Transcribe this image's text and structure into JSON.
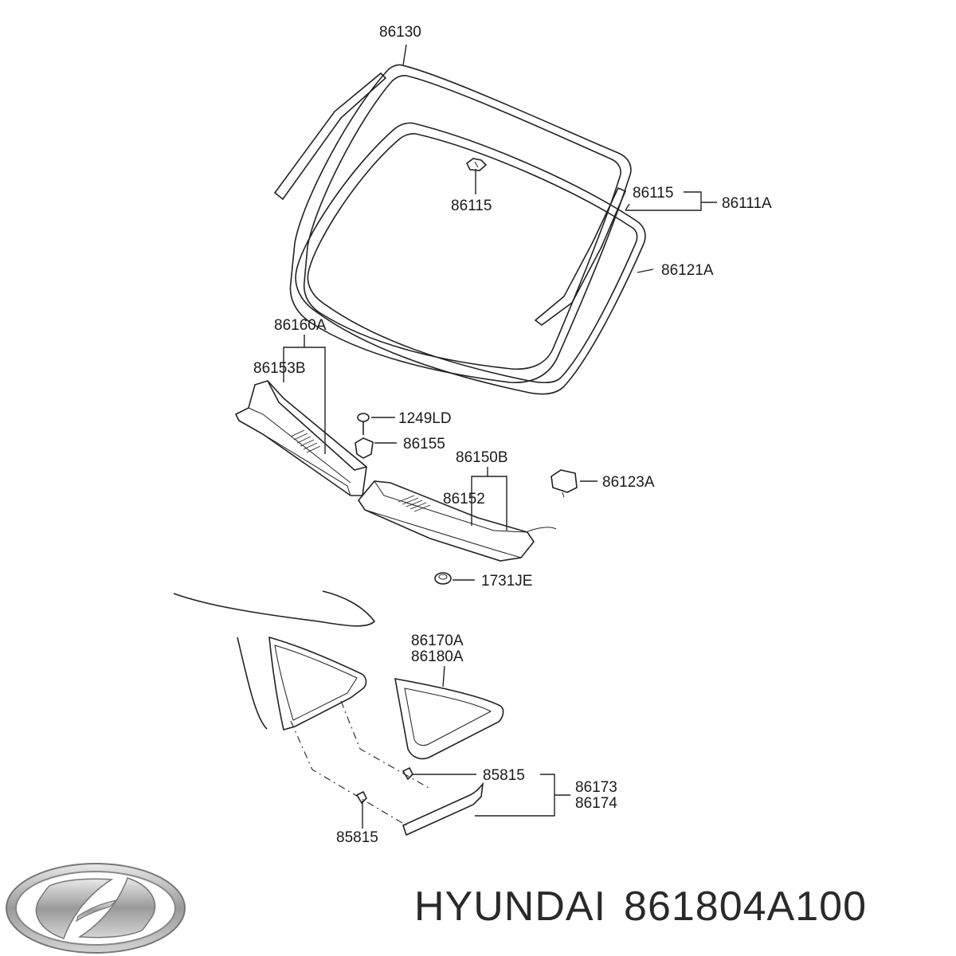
{
  "labels": {
    "windshield_glass": "86130",
    "clip_center": "86115",
    "clip_right": "86115",
    "molding_assy": "86111A",
    "windshield_molding": "86121A",
    "cowl_top_cover_assy": "86160A",
    "cowl_top_cover_lh": "86153B",
    "screw": "1249LD",
    "nut": "86155",
    "cowl_top_cover_assy_rh": "86150B",
    "cowl_top_cover_rh": "86152",
    "stopper": "86123A",
    "grommet": "1731JE",
    "quarter_glass_lh": "86170A",
    "quarter_glass_rh": "86180A",
    "clip_upper": "85815",
    "clip_lower": "85815",
    "molding_lh": "86173",
    "molding_rh": "86174"
  },
  "footer": {
    "brand": "HYUNDAI",
    "part_number": "861804A100"
  },
  "icons": {
    "logo": "hyundai-logo-icon"
  }
}
